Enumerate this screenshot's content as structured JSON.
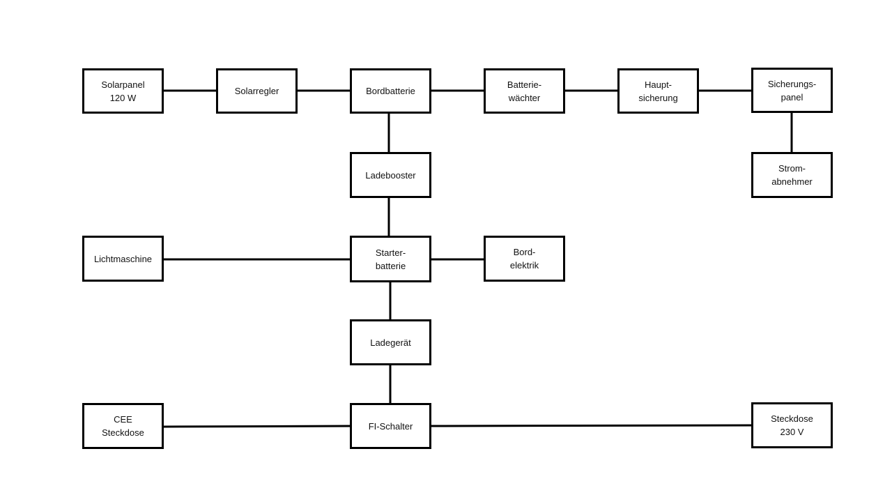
{
  "nodes": {
    "solarpanel": {
      "label": "Solarpanel\n120 W"
    },
    "solarregler": {
      "label": "Solarregler"
    },
    "bordbatterie": {
      "label": "Bordbatterie"
    },
    "batteriewaechter": {
      "label": "Batterie-\nwächter"
    },
    "hauptsicherung": {
      "label": "Haupt-\nsicherung"
    },
    "sicherungspanel": {
      "label": "Sicherungs-\npanel"
    },
    "stromabnehmer": {
      "label": "Strom-\nabnehmer"
    },
    "ladebooster": {
      "label": "Ladebooster"
    },
    "lichtmaschine": {
      "label": "Lichtmaschine"
    },
    "starterbatterie": {
      "label": "Starter-\nbatterie"
    },
    "bordelektrik": {
      "label": "Bord-\nelektrik"
    },
    "ladegeraet": {
      "label": "Ladegerät"
    },
    "cee_steckdose": {
      "label": "CEE\nSteckdose"
    },
    "fi_schalter": {
      "label": "FI-Schalter"
    },
    "steckdose_230": {
      "label": "Steckdose\n230 V"
    }
  },
  "edges": [
    [
      "solarpanel",
      "solarregler"
    ],
    [
      "solarregler",
      "bordbatterie"
    ],
    [
      "bordbatterie",
      "batteriewaechter"
    ],
    [
      "batteriewaechter",
      "hauptsicherung"
    ],
    [
      "hauptsicherung",
      "sicherungspanel"
    ],
    [
      "sicherungspanel",
      "stromabnehmer"
    ],
    [
      "bordbatterie",
      "ladebooster"
    ],
    [
      "ladebooster",
      "starterbatterie"
    ],
    [
      "lichtmaschine",
      "starterbatterie"
    ],
    [
      "starterbatterie",
      "bordelektrik"
    ],
    [
      "starterbatterie",
      "ladegeraet"
    ],
    [
      "ladegeraet",
      "fi_schalter"
    ],
    [
      "cee_steckdose",
      "fi_schalter"
    ],
    [
      "fi_schalter",
      "steckdose_230"
    ]
  ]
}
